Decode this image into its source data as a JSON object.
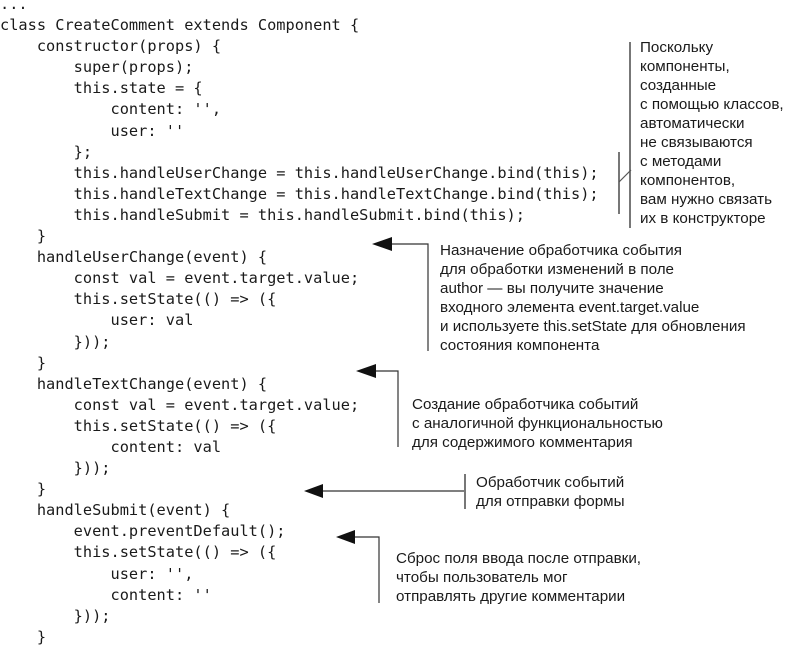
{
  "code": {
    "lines": [
      "...",
      "class CreateComment extends Component {",
      "    constructor(props) {",
      "        super(props);",
      "        this.state = {",
      "            content: '',",
      "            user: ''",
      "        };",
      "        this.handleUserChange = this.handleUserChange.bind(this);",
      "        this.handleTextChange = this.handleTextChange.bind(this);",
      "        this.handleSubmit = this.handleSubmit.bind(this);",
      "    }",
      "    handleUserChange(event) {",
      "        const val = event.target.value;",
      "        this.setState(() => ({",
      "            user: val",
      "        }));",
      "    }",
      "    handleTextChange(event) {",
      "        const val = event.target.value;",
      "        this.setState(() => ({",
      "            content: val",
      "        }));",
      "    }",
      "    handleSubmit(event) {",
      "        event.preventDefault();",
      "        this.setState(() => ({",
      "            user: '',",
      "            content: ''",
      "        }));",
      "    }"
    ]
  },
  "annotations": {
    "bind_note": {
      "lines": [
        "Поскольку",
        "компоненты,",
        "созданные",
        "с помощью классов,",
        "автоматически",
        "не связываются",
        "с методами",
        "компонентов,",
        "вам нужно связать",
        "их в конструкторе"
      ]
    },
    "user_change_note": {
      "lines": [
        "Назначение обработчика события",
        "для обработки изменений в поле",
        "author — вы получите значение",
        "входного элемента event.target.value",
        "и используете this.setState для обновления",
        "состояния компонента"
      ]
    },
    "text_change_note": {
      "lines": [
        "Создание обработчика событий",
        "с аналогичной функциональностью",
        "для содержимого комментария"
      ]
    },
    "submit_note": {
      "lines": [
        "Обработчик событий",
        "для отправки формы"
      ]
    },
    "reset_note": {
      "lines": [
        "Сброс поля ввода после отправки,",
        "чтобы пользователь мог",
        "отправлять другие комментарии"
      ]
    }
  },
  "colors": {
    "text": "#1a1a1a",
    "callout_line": "#555555",
    "arrow": "#1a1a1a"
  }
}
